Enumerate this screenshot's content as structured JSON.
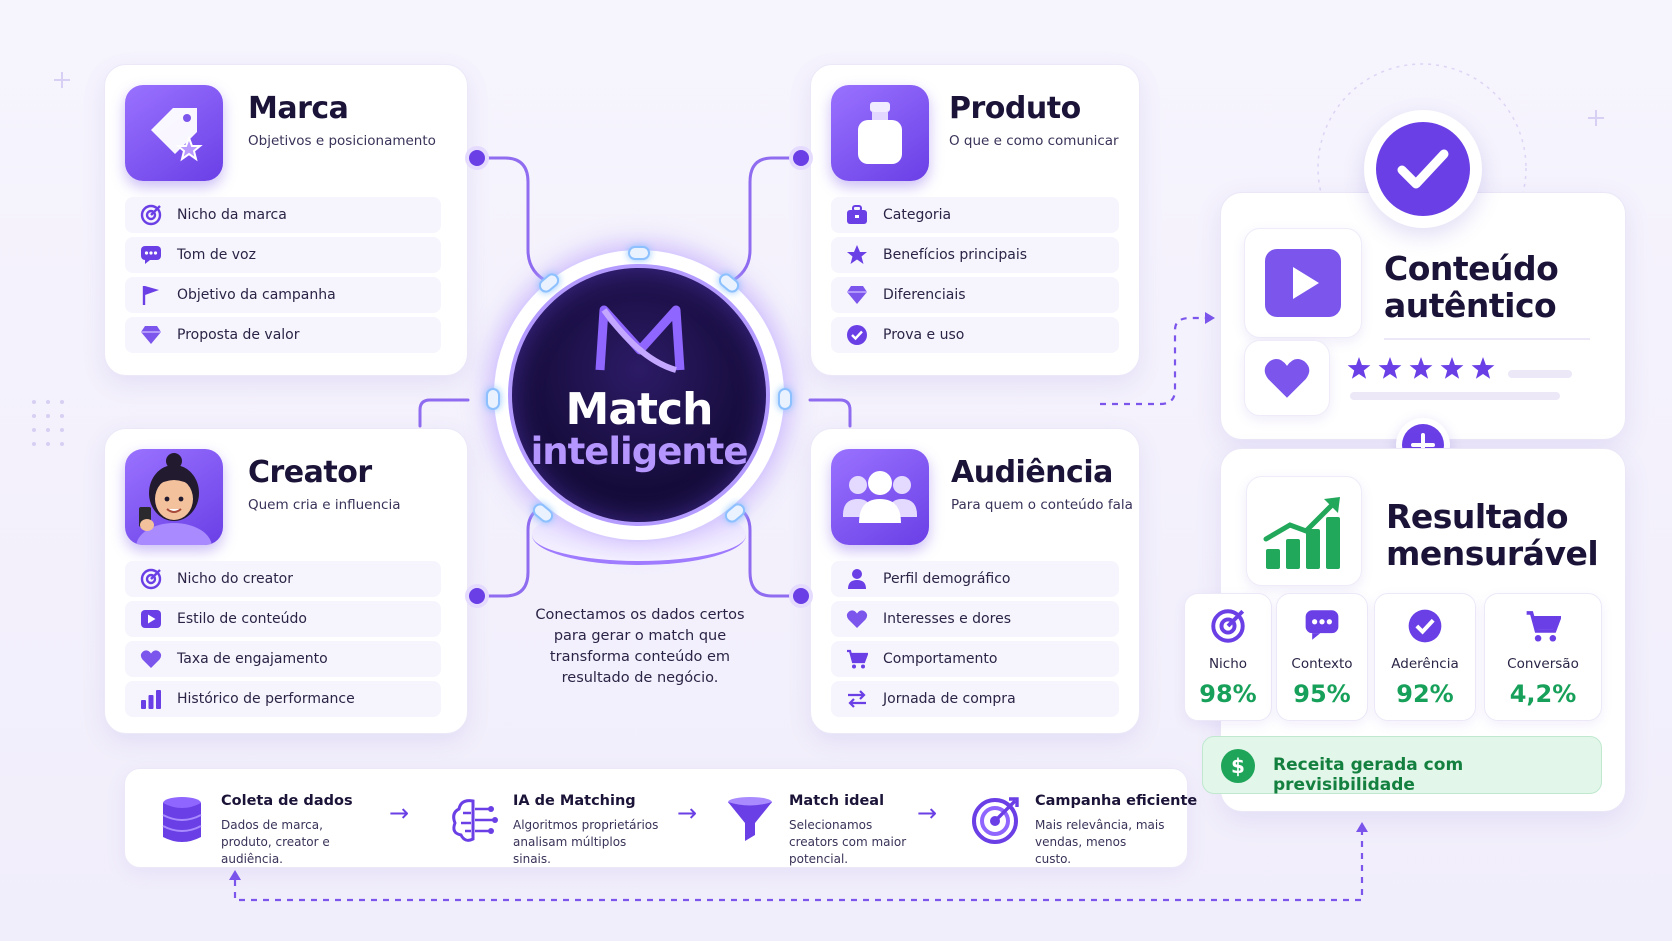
{
  "cards": {
    "marca": {
      "title": "Marca",
      "subtitle": "Objetivos e posicionamento",
      "icon": "tag-star-icon",
      "items": [
        {
          "label": "Nicho da marca",
          "icon": "target-icon"
        },
        {
          "label": "Tom de voz",
          "icon": "chat-bubble-icon"
        },
        {
          "label": "Objetivo da campanha",
          "icon": "flag-icon"
        },
        {
          "label": "Proposta de valor",
          "icon": "diamond-icon"
        }
      ]
    },
    "produto": {
      "title": "Produto",
      "subtitle": "O que e como comunicar",
      "icon": "bottle-icon",
      "items": [
        {
          "label": "Categoria",
          "icon": "briefcase-icon"
        },
        {
          "label": "Benefícios principais",
          "icon": "star-icon"
        },
        {
          "label": "Diferenciais",
          "icon": "diamond-icon"
        },
        {
          "label": "Prova e uso",
          "icon": "check-circle-icon"
        }
      ]
    },
    "creator": {
      "title": "Creator",
      "subtitle": "Quem cria e influencia",
      "icon": "creator-avatar-icon",
      "items": [
        {
          "label": "Nicho do creator",
          "icon": "target-icon"
        },
        {
          "label": "Estilo de conteúdo",
          "icon": "play-icon"
        },
        {
          "label": "Taxa de engajamento",
          "icon": "heart-icon"
        },
        {
          "label": "Histórico de performance",
          "icon": "bar-chart-icon"
        }
      ]
    },
    "audiencia": {
      "title": "Audiência",
      "subtitle": "Para quem o conteúdo fala",
      "icon": "users-group-icon",
      "items": [
        {
          "label": "Perfil demográfico",
          "icon": "person-icon"
        },
        {
          "label": "Interesses e dores",
          "icon": "heart-icon"
        },
        {
          "label": "Comportamento",
          "icon": "cart-icon"
        },
        {
          "label": "Jornada de compra",
          "icon": "swap-arrows-icon"
        }
      ]
    }
  },
  "hub": {
    "title": "Match",
    "subtitle": "inteligente",
    "logo": "match-logo-icon",
    "description": "Conectamos os dados certos para gerar o match que transforma conteúdo em resultado de negócio."
  },
  "result": {
    "content_title": "Conteúdo autêntico",
    "stars": 5,
    "result_title": "Resultado mensurável",
    "metrics": [
      {
        "label": "Nicho",
        "value": "98%",
        "icon": "target-icon"
      },
      {
        "label": "Contexto",
        "value": "95%",
        "icon": "chat-bubble-icon"
      },
      {
        "label": "Aderência",
        "value": "92%",
        "icon": "check-badge-icon"
      },
      {
        "label": "Conversão",
        "value": "4,2%",
        "icon": "cart-icon"
      }
    ],
    "revenue_label": "Receita gerada com previsibilidade"
  },
  "pipeline": [
    {
      "title": "Coleta de dados",
      "description": "Dados de marca, produto, creator e audiência.",
      "icon": "database-icon"
    },
    {
      "title": "IA de Matching",
      "description": "Algoritmos proprietários analisam múltiplos sinais.",
      "icon": "ai-brain-icon"
    },
    {
      "title": "Match ideal",
      "description": "Selecionamos creators com maior potencial.",
      "icon": "funnel-icon"
    },
    {
      "title": "Campanha eficiente",
      "description": "Mais relevância, mais vendas, menos custo.",
      "icon": "target-arrow-icon"
    }
  ],
  "colors": {
    "accent": "#6a3fe6",
    "accent_light": "#9a72ff",
    "hub_dark": "#120a33",
    "success": "#17a05a",
    "star": "#6a3fe6"
  }
}
